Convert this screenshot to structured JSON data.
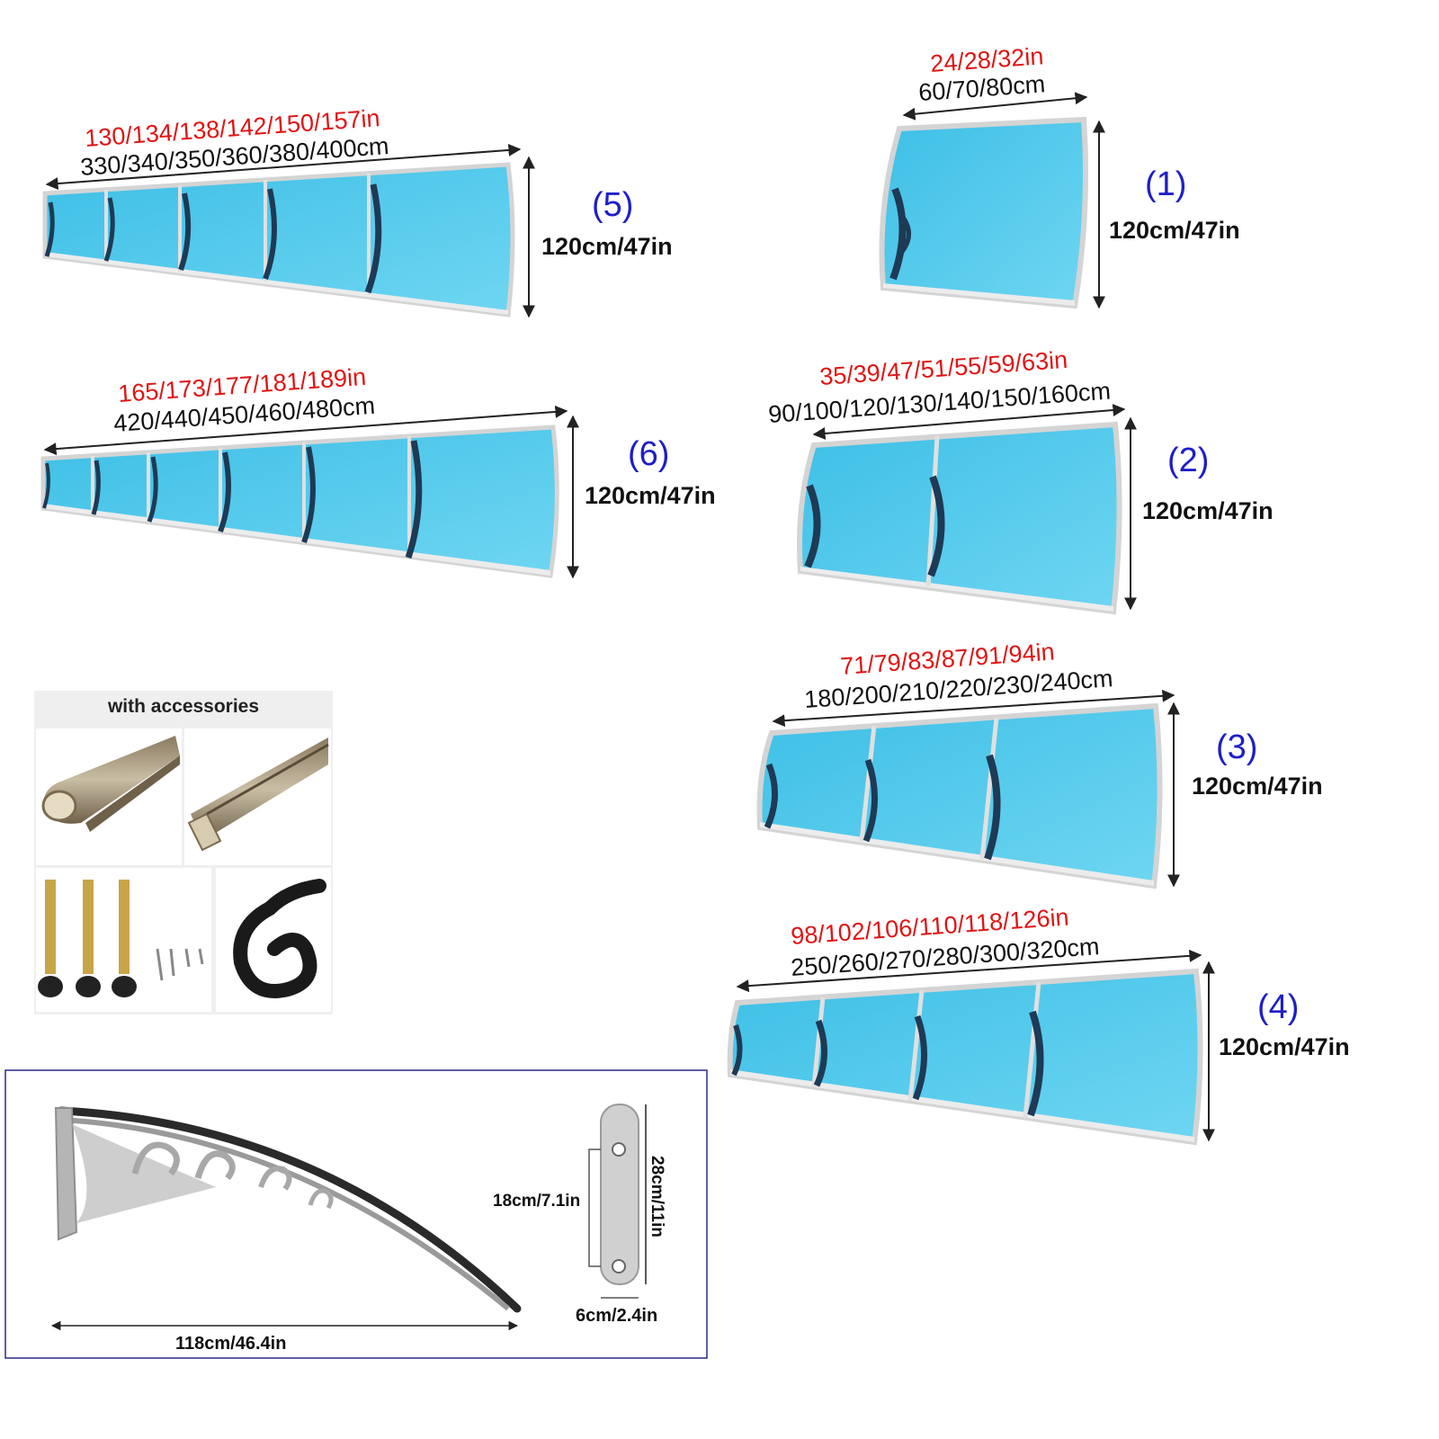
{
  "canopies": [
    {
      "index": "(1)",
      "width_in": "24/28/32in",
      "width_cm": "60/70/80cm",
      "height": "120cm/47in"
    },
    {
      "index": "(2)",
      "width_in": "35/39/47/51/55/59/63in",
      "width_cm": "90/100/120/130/140/150/160cm",
      "height": "120cm/47in"
    },
    {
      "index": "(3)",
      "width_in": "71/79/83/87/91/94in",
      "width_cm": "180/200/210/220/230/240cm",
      "height": "120cm/47in"
    },
    {
      "index": "(4)",
      "width_in": "98/102/106/110/118/126in",
      "width_cm": "250/260/270/280/300/320cm",
      "height": "120cm/47in"
    },
    {
      "index": "(5)",
      "width_in": "130/134/138/142/150/157in",
      "width_cm": "330/340/350/360/380/400cm",
      "height": "120cm/47in"
    },
    {
      "index": "(6)",
      "width_in": "165/173/177/181/189in",
      "width_cm": "420/440/450/460/480cm",
      "height": "120cm/47in"
    }
  ],
  "accessories": {
    "title": "with accessories"
  },
  "bracket": {
    "length": "118cm/46.4in",
    "plate_height": "28cm/11in",
    "hole_spacing": "18cm/7.1in",
    "plate_width": "6cm/2.4in"
  },
  "colors": {
    "panel": "#49c6ea",
    "frame": "#d8d8d8",
    "bracket": "#203a52",
    "width_in_text": "#e01414",
    "index_text": "#1e1ec8"
  }
}
